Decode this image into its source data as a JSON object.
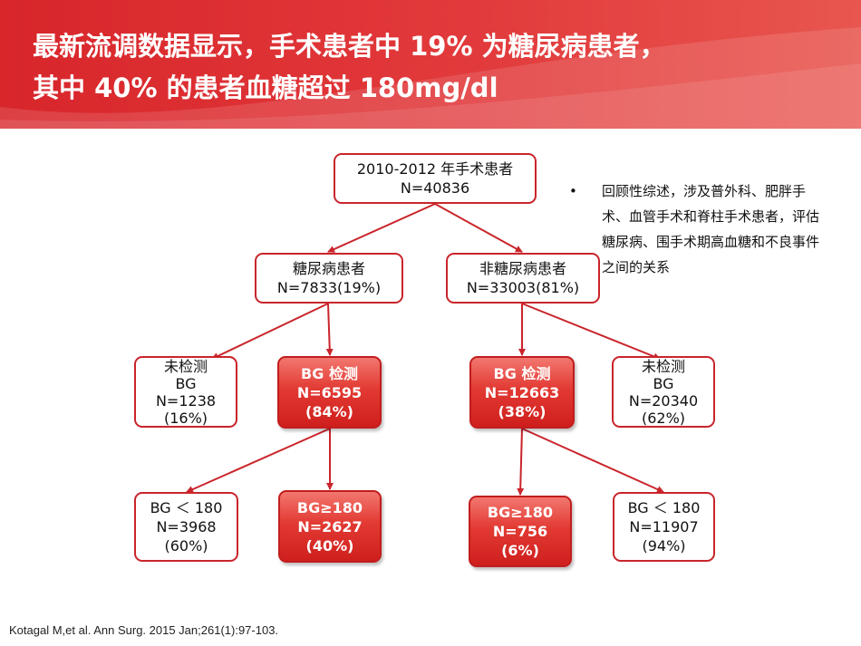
{
  "title": {
    "line1": "最新流调数据显示，手术患者中 19% 为糖尿病患者，",
    "line2": "其中 40% 的患者血糖超过 180mg/dl"
  },
  "nodes": {
    "root": [
      "2010-2012 年手术患者",
      "N=40836"
    ],
    "diabetic": [
      "糖尿病患者",
      "N=7833(19%)"
    ],
    "non_diabetic": [
      "非糖尿病患者",
      "N=33003(81%)"
    ],
    "d_not_tested": [
      "未检测",
      "BG",
      "N=1238",
      "(16%)"
    ],
    "d_tested": [
      "BG 检测",
      "N=6595",
      "(84%)"
    ],
    "nd_tested": [
      "BG 检测",
      "N=12663",
      "(38%)"
    ],
    "nd_not_tested": [
      "未检测",
      "BG",
      "N=20340",
      "(62%)"
    ],
    "d_bg_low": [
      "BG ＜ 180",
      "N=3968",
      "(60%)"
    ],
    "d_bg_high": [
      "BG≥180",
      "N=2627",
      "(40%)"
    ],
    "nd_bg_high": [
      "BG≥180",
      "N=756",
      "(6%)"
    ],
    "nd_bg_low": [
      "BG ＜ 180",
      "N=11907",
      "(94%)"
    ]
  },
  "side_note": {
    "bullet": "•",
    "text": "回顾性综述，涉及普外科、肥胖手术、血管手术和脊柱手术患者，评估糖尿病、围手术期高血糖和不良事件之间的关系"
  },
  "citation": "Kotagal M,et al. Ann Surg. 2015 Jan;261(1):97-103.",
  "colors": {
    "accent": "#d8262b",
    "arrow": "#c9252b"
  }
}
